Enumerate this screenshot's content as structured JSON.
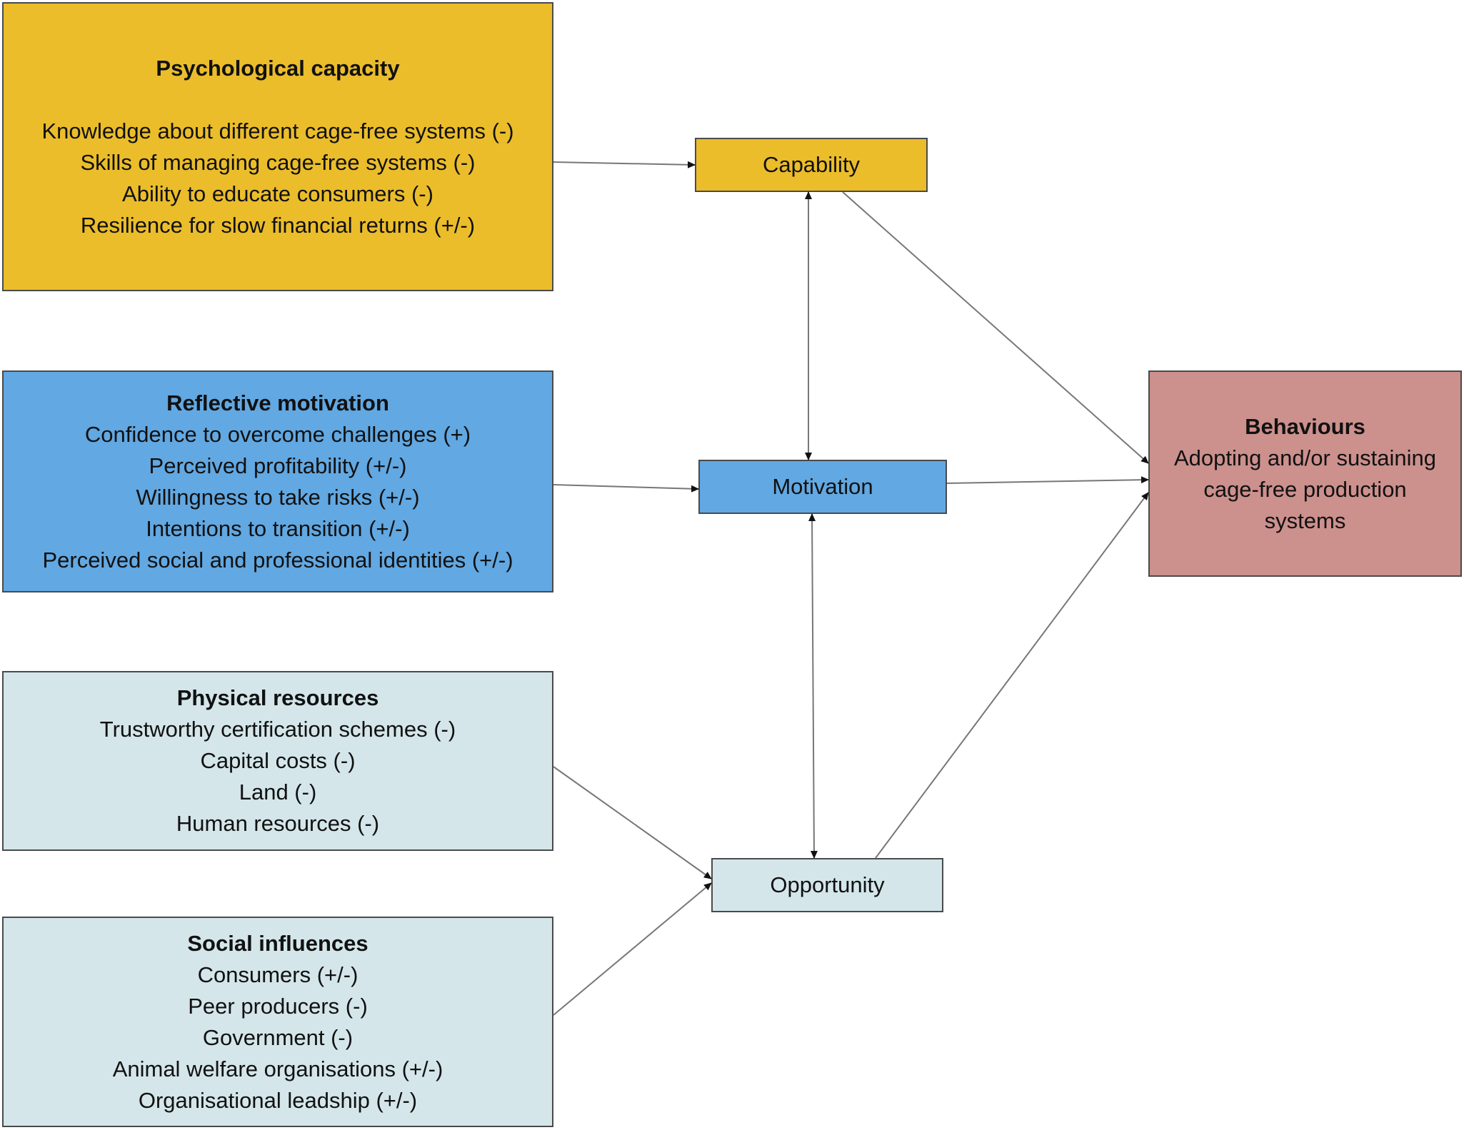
{
  "factors": {
    "psychological_capacity": {
      "title": "Psychological capacity",
      "items": [
        "Knowledge about different cage-free systems (-)",
        "Skills of managing cage-free systems (-)",
        "Ability to educate consumers (-)",
        "Resilience for slow financial returns (+/-)"
      ]
    },
    "reflective_motivation": {
      "title": "Reflective motivation",
      "items": [
        "Confidence to overcome challenges (+)",
        "Perceived profitability (+/-)",
        "Willingness to take risks (+/-)",
        "Intentions to transition (+/-)",
        "Perceived social and professional identities (+/-)"
      ]
    },
    "physical_resources": {
      "title": "Physical resources",
      "items": [
        "Trustworthy certification schemes (-)",
        "Capital costs (-)",
        "Land (-)",
        "Human resources (-)"
      ]
    },
    "social_influences": {
      "title": "Social influences",
      "items": [
        "Consumers (+/-)",
        "Peer producers (-)",
        "Government (-)",
        "Animal welfare organisations (+/-)",
        "Organisational leadship (+/-)"
      ]
    }
  },
  "nodes": {
    "capability": "Capability",
    "motivation": "Motivation",
    "opportunity": "Opportunity"
  },
  "behaviours": {
    "title": "Behaviours",
    "lines": [
      "Adopting and/or sustaining",
      "cage-free production",
      "systems"
    ]
  },
  "colors": {
    "capability": "#ebbd2b",
    "motivation": "#62a8e2",
    "opportunity": "#d4e6ea",
    "behaviours": "#cc908d"
  }
}
